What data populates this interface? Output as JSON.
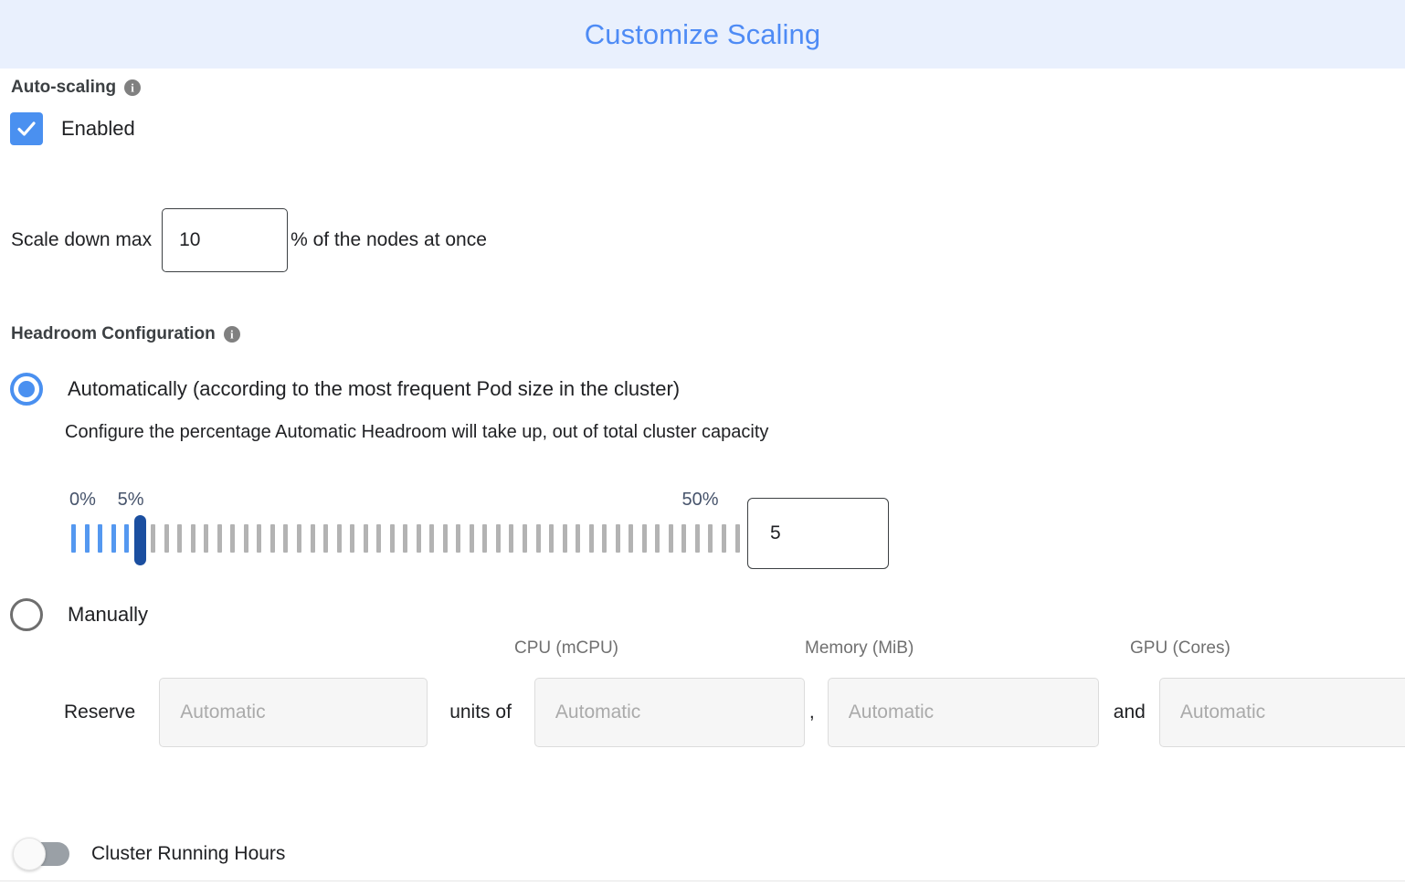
{
  "header": {
    "title": "Customize Scaling",
    "accent_color": "#4e8bf5",
    "background_color": "#e9f0fd"
  },
  "autoscaling": {
    "section_label": "Auto-scaling",
    "info_icon": "info-icon",
    "info_glyph": "i",
    "checkbox_label": "Enabled",
    "checkbox_checked": true,
    "checkbox_color": "#4a90f0"
  },
  "scale_down": {
    "label": "Scale down max",
    "value": "10",
    "suffix": "% of the nodes at once"
  },
  "headroom": {
    "section_label": "Headroom Configuration",
    "info_glyph": "i",
    "option_automatic": "Automatically (according to the most frequent Pod size in the cluster)",
    "automatic_selected": true,
    "description": "Configure the percentage Automatic Headroom will take up, out of total cluster capacity",
    "option_manually": "Manually",
    "manually_selected": false,
    "slider": {
      "min_label": "0%",
      "value_label": "5%",
      "max_label": "50%",
      "min": 0,
      "max": 50,
      "value": 5,
      "tick_count": 51,
      "filled_color": "#5498f0",
      "empty_color": "#b3b3b3",
      "thumb_color": "#1b4fa0",
      "label_color": "#46536b"
    },
    "value_input": "5"
  },
  "reserve": {
    "column_headers": [
      "CPU (mCPU)",
      "Memory (MiB)",
      "GPU (Cores)"
    ],
    "prefix_label": "Reserve",
    "units_label": "units of",
    "comma_separator": ",",
    "and_label": "and",
    "fields": [
      {
        "name": "units",
        "value": "",
        "placeholder": "Automatic"
      },
      {
        "name": "cpu",
        "value": "",
        "placeholder": "Automatic"
      },
      {
        "name": "memory",
        "value": "",
        "placeholder": "Automatic"
      },
      {
        "name": "gpu",
        "value": "",
        "placeholder": "Automatic"
      }
    ]
  },
  "cluster_running_hours": {
    "label": "Cluster Running Hours",
    "enabled": false,
    "track_color": "#9aa0a6"
  }
}
